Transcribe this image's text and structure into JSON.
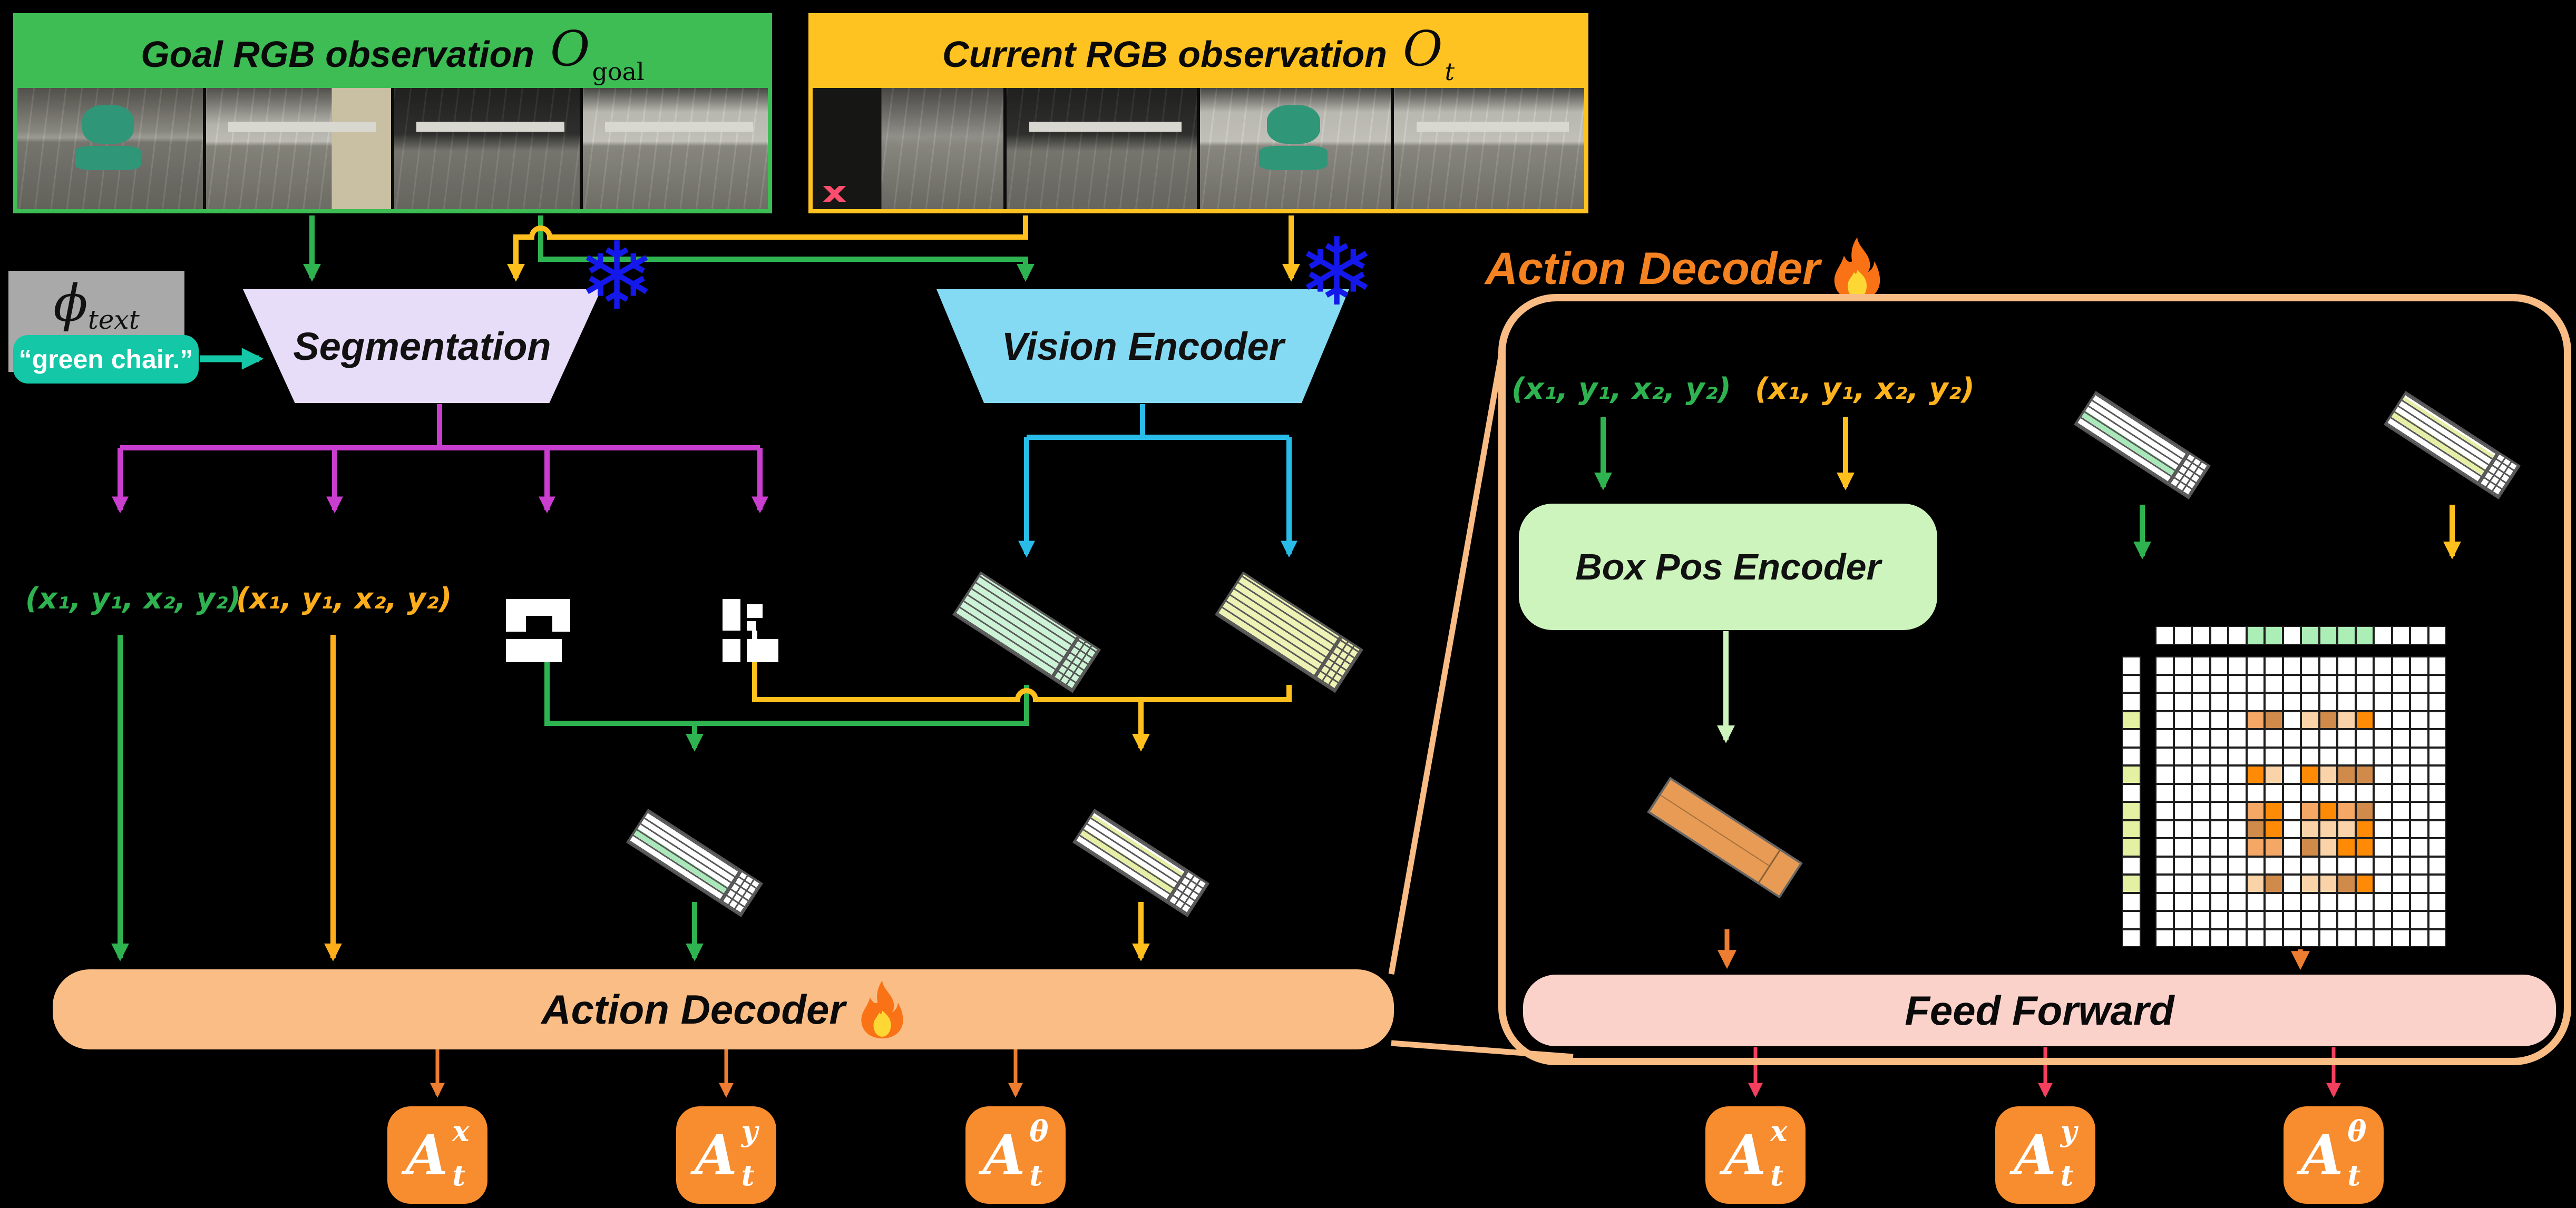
{
  "goal": {
    "title": "Goal RGB observation",
    "math_base": "O",
    "math_sub": "goal"
  },
  "current": {
    "title": "Current RGB observation",
    "math_base": "O",
    "math_sub": "t"
  },
  "text_encoder": {
    "symbol": "ϕ",
    "symbol_sub": "text",
    "prompt": "“green chair.”"
  },
  "segmentation": {
    "label": "Segmentation"
  },
  "vision_encoder": {
    "label": "Vision Encoder"
  },
  "bbox_goal": "(x₁, y₁, x₂, y₂)",
  "bbox_current": "(x₁, y₁, x₂, y₂)",
  "action_decoder": {
    "label": "Action Decoder"
  },
  "panel": {
    "title": "Action Decoder",
    "bbox_goal": "(x₁, y₁, x₂, y₂)",
    "bbox_current": "(x₁, y₁, x₂, y₂)",
    "box_pos_encoder": "Box Pos Encoder",
    "feed_forward": "Feed Forward",
    "grid": {
      "size": 16,
      "goal_cols": [
        5,
        6,
        8,
        9,
        10,
        11
      ],
      "current_rows": [
        3,
        6,
        8,
        9,
        10,
        12
      ],
      "goal_color": "#ABEFB6",
      "current_color": "#E4F0A2",
      "heat_levels": {
        "L": "#FAD4A8",
        "M": "#F5A766",
        "D": "#D08B4A",
        "B": "#FF8A05"
      },
      "heat": [
        [
          "M",
          "D",
          "L",
          "D",
          "L",
          "B"
        ],
        [
          "B",
          "L",
          "B",
          "L",
          "D",
          "D"
        ],
        [
          "M",
          "B",
          "M",
          "B",
          "M",
          "D"
        ],
        [
          "D",
          "B",
          "L",
          "L",
          "L",
          "B"
        ],
        [
          "M",
          "M",
          "D",
          "L",
          "B",
          "B"
        ],
        [
          "L",
          "D",
          "L",
          "L",
          "D",
          "B"
        ]
      ]
    }
  },
  "outputs_left": [
    {
      "base": "A",
      "sup": "x",
      "sub": "t"
    },
    {
      "base": "A",
      "sup": "y",
      "sub": "t"
    },
    {
      "base": "A",
      "sup": "θ",
      "sub": "t"
    }
  ],
  "outputs_right": [
    {
      "base": "A",
      "sup": "x",
      "sub": "t"
    },
    {
      "base": "A",
      "sup": "y",
      "sub": "t"
    },
    {
      "base": "A",
      "sup": "θ",
      "sub": "t"
    }
  ],
  "icons": {
    "snowflake": "❄"
  },
  "colors": {
    "goal_green": "#3DBD54",
    "current_yellow": "#FFC321",
    "segmentation_lavender": "#E7DDF8",
    "vision_encoder_cyan": "#85DAF3",
    "snowflake_blue": "#1418EA",
    "magenta_wire": "#C93ECE",
    "green_wire": "#2EB350",
    "yellow_wire": "#FFC01E",
    "orange_coord": "#FFAE1B",
    "cyan_wire": "#29BCE8",
    "teal_accent": "#14C7A6",
    "phi_gray": "#A9A9A9",
    "decoder_bar_peach": "#FABD85",
    "output_orange": "#F78D2E",
    "panel_border_peach": "#F9BC85",
    "panel_title_orange": "#F58220",
    "box_pos_green": "#CDF4BC",
    "feed_forward_pink": "#FBD2CA",
    "red_arrow": "#F43F5E",
    "orange_slab": "#E89B55"
  }
}
